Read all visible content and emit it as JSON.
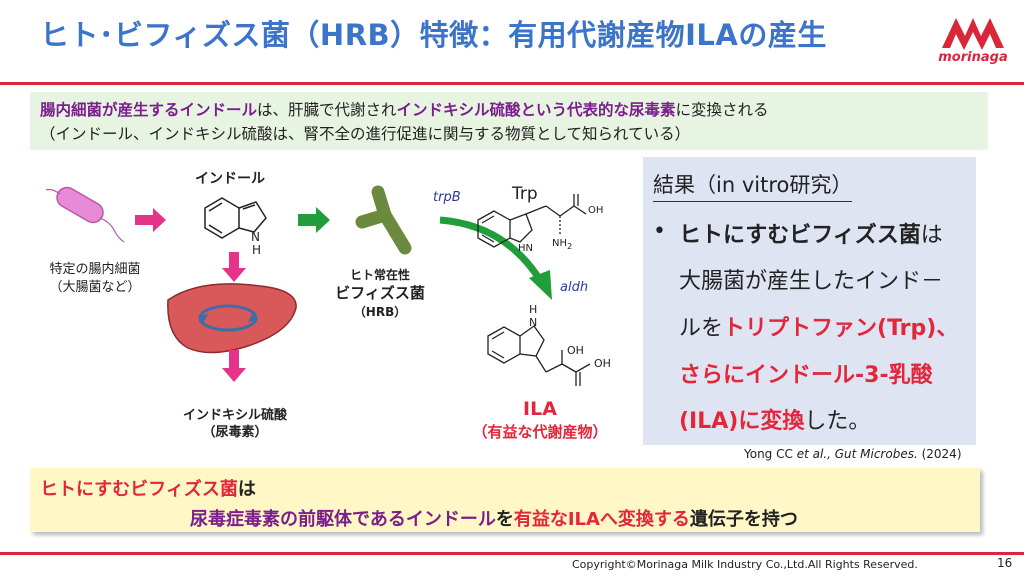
{
  "header": {
    "title": "ヒト･ビフィズス菌（HRB）特徴：有用代謝産物ILAの産生",
    "logo_text": "morinaga"
  },
  "intro": {
    "line1": [
      {
        "text": "腸内細菌が産生するインドール",
        "style": "purple"
      },
      {
        "text": "は、肝臓で代謝され",
        "style": "normal"
      },
      {
        "text": "インドキシル硫酸という代表的な尿毒素",
        "style": "purple"
      },
      {
        "text": "に変換される",
        "style": "normal"
      }
    ],
    "line2": "（インドール、インドキシル硫酸は、腎不全の進行促進に関与する物質として知られている）"
  },
  "diagram": {
    "bacteria_label_1": "特定の腸内細菌",
    "bacteria_label_2": "（大腸菌など）",
    "indole_label": "インドール",
    "indole_nh": "H",
    "indole_n": "N",
    "indoxyl_label_1": "インドキシル硫酸",
    "indoxyl_label_2": "（尿毒素）",
    "hrb_label_1": "ヒト常在性",
    "hrb_label_2": "ビフィズス菌",
    "hrb_label_3": "（HRB）",
    "gene_trpb": "trpB",
    "gene_aldh": "aldh",
    "trp_label": "Trp",
    "trp_hn": "HN",
    "trp_oh": "OH",
    "trp_nh2": "NH",
    "trp_nh2_sub": "2",
    "ila_h": "H",
    "ila_n": "N",
    "ila_oh1": "OH",
    "ila_oh2": "OH",
    "ila_label": "ILA",
    "ila_sublabel": "（有益な代謝産物）"
  },
  "result": {
    "title": "結果（in vitro研究）",
    "bullet": "•",
    "lines": [
      [
        {
          "text": "ヒトにすむビフィズス菌",
          "style": "bold"
        },
        {
          "text": "は",
          "style": "normal"
        }
      ],
      [
        {
          "text": "大腸菌が産生したインド－",
          "style": "normal"
        }
      ],
      [
        {
          "text": "ルを",
          "style": "normal"
        },
        {
          "text": "トリプトファン(Trp)、",
          "style": "red"
        }
      ],
      [
        {
          "text": "さらにインドール-3-乳酸",
          "style": "red"
        }
      ],
      [
        {
          "text": "(ILA)に変換",
          "style": "red"
        },
        {
          "text": "した。",
          "style": "normal"
        }
      ]
    ]
  },
  "citation": {
    "text_before": "Yong CC ",
    "italic": "et al., Gut Microbes.",
    "text_after": " (2024)"
  },
  "summary": {
    "line1": [
      {
        "text": "ヒトにすむビフィズス菌",
        "style": "red"
      },
      {
        "text": "は",
        "style": "bold"
      }
    ],
    "line2": [
      {
        "text": "尿毒症毒素の前駆体であるインドール",
        "style": "purple"
      },
      {
        "text": "を",
        "style": "bold"
      },
      {
        "text": "有益なILAへ変換する",
        "style": "red"
      },
      {
        "text": "遺伝子を持つ",
        "style": "bold"
      }
    ]
  },
  "footer": {
    "copyright": "Copyright©Morinaga Milk Industry Co.,Ltd.All Rights Reserved.",
    "page": "16"
  },
  "colors": {
    "title_blue": "#3b74c8",
    "rule_red": "#d9263a",
    "accent_red": "#e3263a",
    "purple": "#7a1f8c",
    "arrow_pink": "#e6338a",
    "arrow_green": "#1f9e3a"
  }
}
